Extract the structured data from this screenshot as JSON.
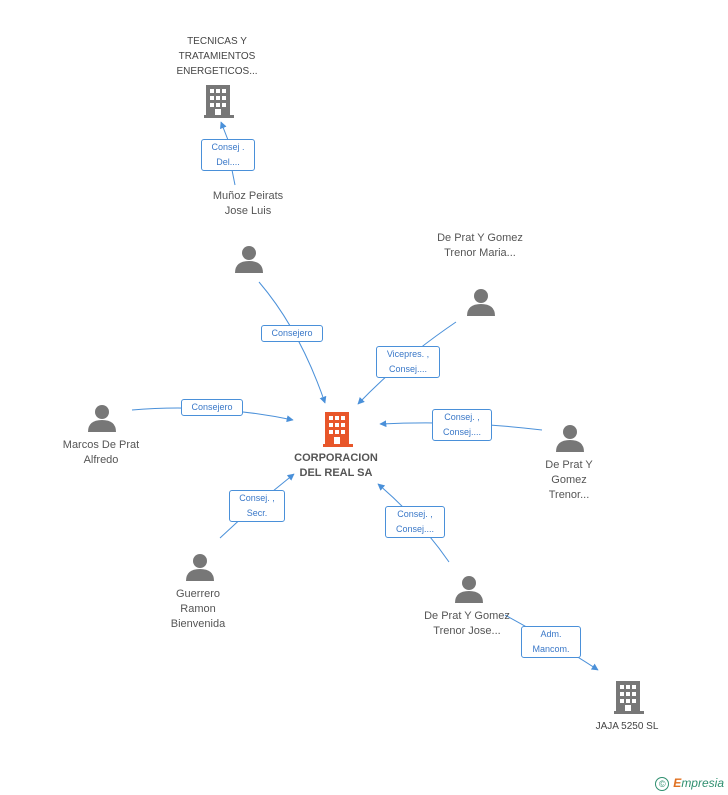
{
  "nodes": {
    "center": {
      "label": "CORPORACION DEL REAL SA",
      "color": "#e8562a"
    },
    "tecnicas": {
      "label": "TECNICAS Y TRATAMIENTOS ENERGETICOS..."
    },
    "jaja": {
      "label": "JAJA 5250  SL"
    },
    "munoz": {
      "label": "Muñoz Peirats Jose Luis"
    },
    "maria": {
      "label": "De Prat Y Gomez Trenor Maria..."
    },
    "marcos": {
      "label": "Marcos De Prat Alfredo"
    },
    "trenor_right": {
      "label": "De Prat Y Gomez Trenor..."
    },
    "guerrero": {
      "label": "Guerrero Ramon Bienvenida"
    },
    "jose": {
      "label": "De Prat Y Gomez Trenor Jose..."
    }
  },
  "relations": {
    "munoz_tecnicas": {
      "line1": "Consej .",
      "line2": "Del...."
    },
    "munoz_center": {
      "line1": "Consejero"
    },
    "maria_center": {
      "line1": "Vicepres. ,",
      "line2": "Consej...."
    },
    "marcos_center": {
      "line1": "Consejero"
    },
    "trenor_center": {
      "line1": "Consej. ,",
      "line2": "Consej...."
    },
    "guerrero_center": {
      "line1": "Consej. ,",
      "line2": "Secr."
    },
    "jose_center": {
      "line1": "Consej. ,",
      "line2": "Consej...."
    },
    "jose_jaja": {
      "line1": "Adm.",
      "line2": "Mancom."
    }
  },
  "colors": {
    "line": "#4a90d9",
    "icon_gray": "#777777",
    "accent": "#e8562a"
  },
  "copyright": {
    "symbol": "©",
    "brand_e": "E",
    "brand_rest": "mpresia"
  }
}
